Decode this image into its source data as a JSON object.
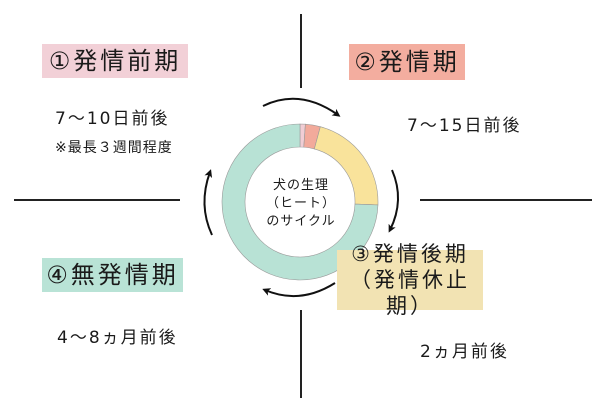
{
  "center": {
    "line1": "犬の生理",
    "line2": "（ヒート）",
    "line3": "のサイクル"
  },
  "phases": [
    {
      "label": "①発情前期",
      "duration": "7～10日前後",
      "note": "※最長３週間程度",
      "color": "#f2d0d7"
    },
    {
      "label": "②発情期",
      "duration": "7～15日前後",
      "color": "#f3ad9f"
    },
    {
      "label_line1": "③発情後期",
      "label_line2": "（発情休止期）",
      "duration": "2ヵ月前後",
      "color": "#f2e3b3"
    },
    {
      "label": "④無発情期",
      "duration": "4～8ヵ月前後",
      "color": "#b9e3d6"
    }
  ],
  "chart_data": {
    "type": "pie",
    "segments": [
      {
        "name": "発情前期",
        "fraction": 0.011,
        "color": "#f1cdd4"
      },
      {
        "name": "発情期",
        "fraction": 0.031,
        "color": "#f2aa9b"
      },
      {
        "name": "発情後期",
        "fraction": 0.214,
        "color": "#f9e39b"
      },
      {
        "name": "無発情期",
        "fraction": 0.744,
        "color": "#b8e2d5"
      }
    ]
  }
}
